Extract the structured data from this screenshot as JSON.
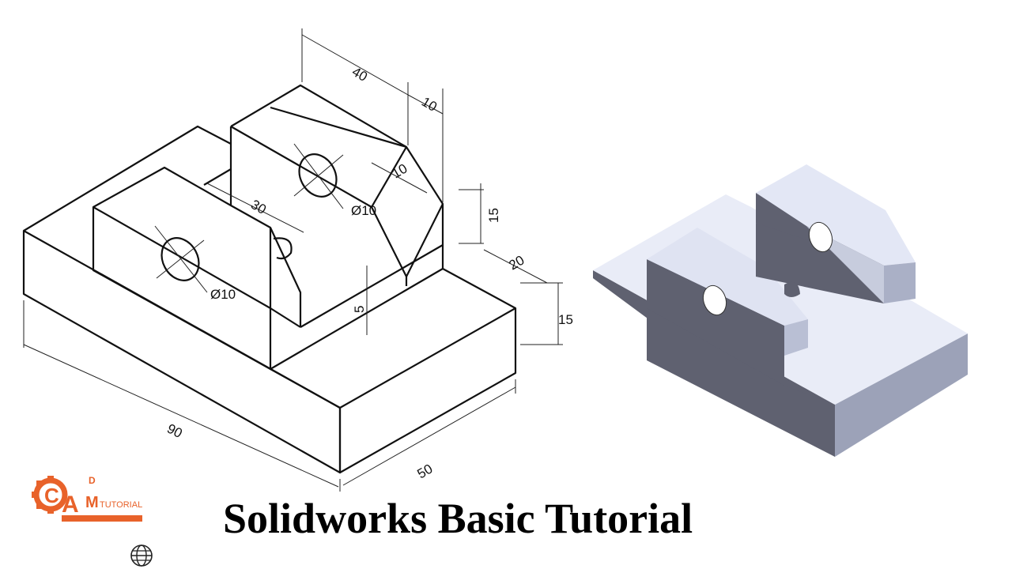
{
  "title": "Solidworks Basic Tutorial",
  "drawing": {
    "dimensions": {
      "d40": "40",
      "d10_top": "10",
      "d10_chamfer": "10",
      "d30": "30",
      "hole_right": "Ø10",
      "hole_left": "Ø10",
      "d15_upper": "15",
      "d20": "20",
      "d5": "5",
      "d15_lower": "15",
      "d90": "90",
      "d50": "50"
    }
  },
  "logo": {
    "letters_c": "C",
    "letters_a": "A",
    "letters_d": "D",
    "letters_m": "M",
    "word": "TUTORIAL",
    "color": "#e8622a"
  },
  "colors": {
    "model_light": "#e9ecf7",
    "model_mid": "#b9bfd4",
    "model_dark": "#5f6170",
    "ink": "#111111"
  },
  "icons": {
    "globe": "globe-icon"
  }
}
